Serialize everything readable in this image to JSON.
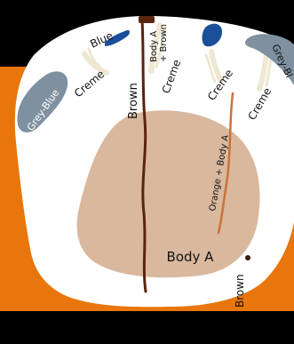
{
  "colors": {
    "background": "#000000",
    "band": "#e8760c",
    "plate": "#ffffff",
    "body_a": "#d9b89e",
    "brown": "#5a2410",
    "orange_vein": "#c8743a",
    "creme": "#eee7d2",
    "blue": "#1b4f9a",
    "grey_blue": "#7f91a0"
  },
  "labels": {
    "body_a": "Body A",
    "brown_vein": "Brown",
    "body_a_brown": "Body A\n+ Brown",
    "orange_body_a": "Orange + Body A",
    "brown_dot": "Brown",
    "blue": "Blue",
    "grey_blue_left": "Grey-Blue",
    "grey_blue_right": "Grey-Bl",
    "creme_1": "Creme",
    "creme_2": "Creme",
    "creme_3": "Creme",
    "creme_4": "Creme"
  }
}
